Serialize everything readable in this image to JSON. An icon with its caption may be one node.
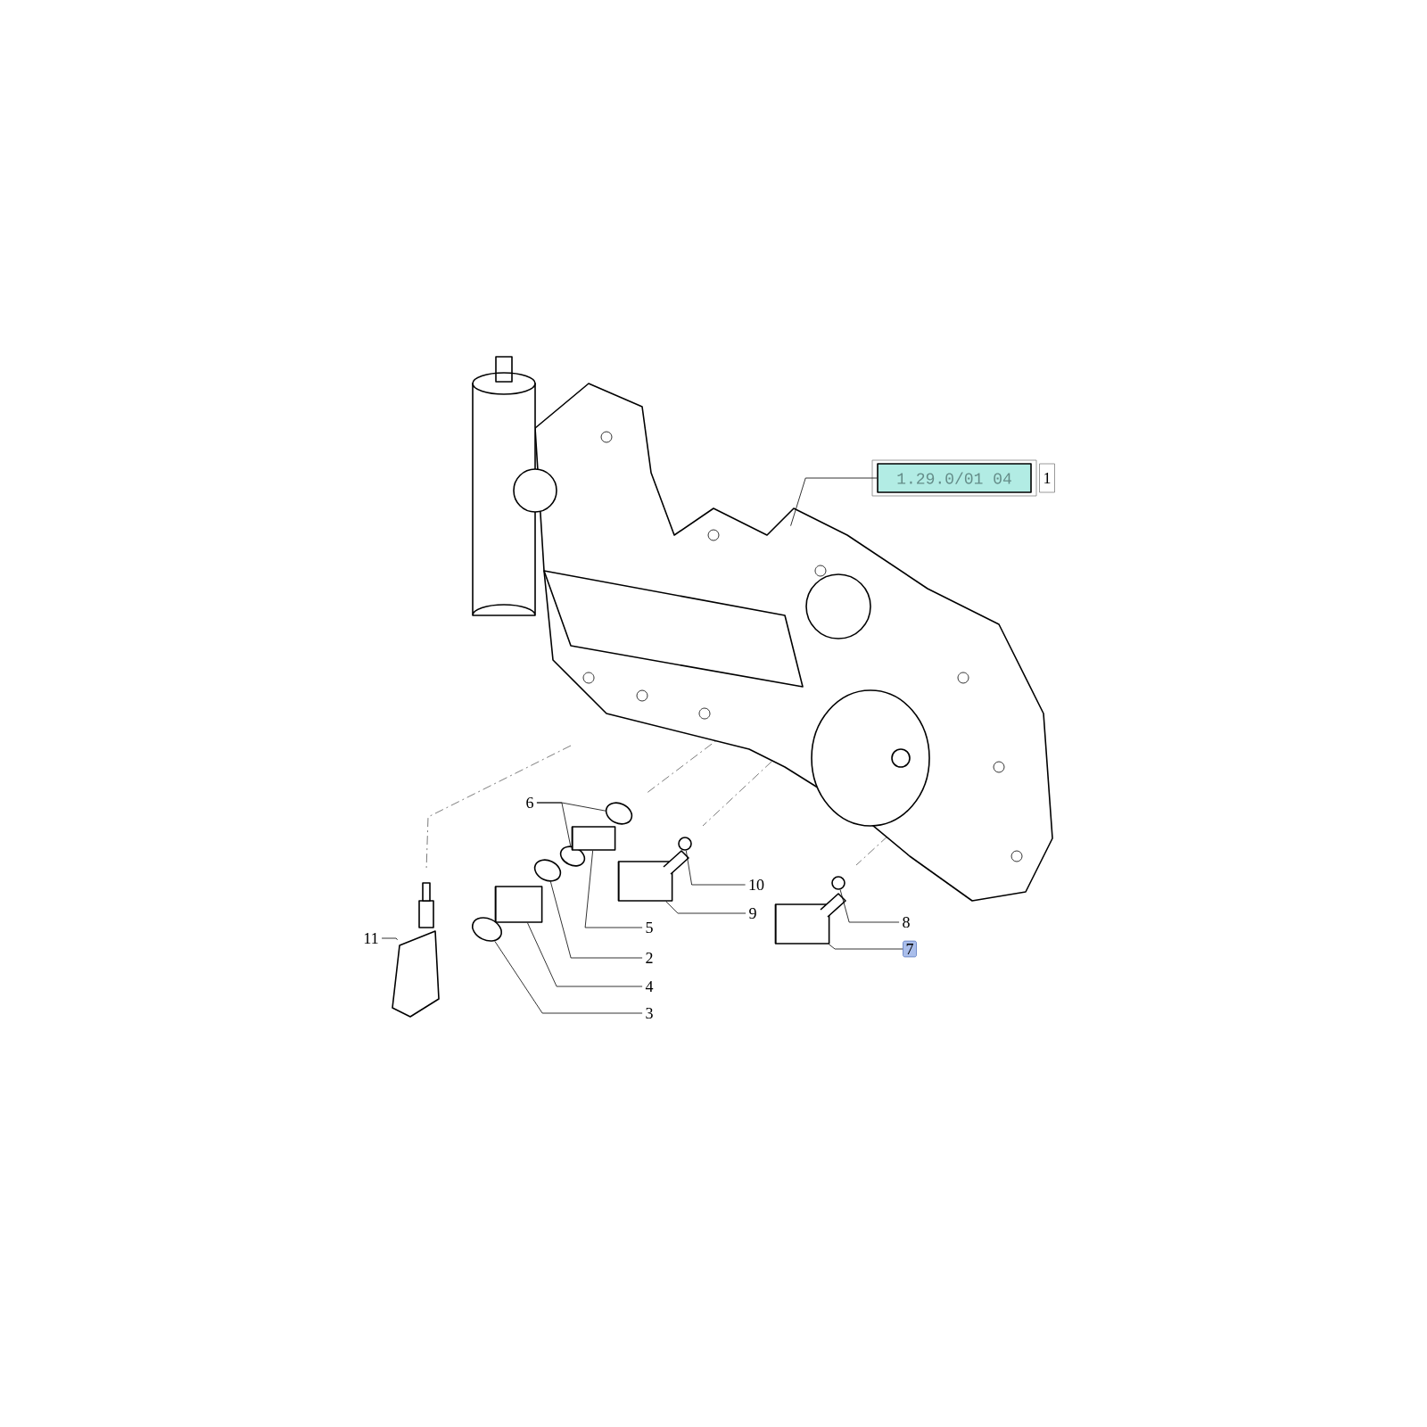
{
  "diagram": {
    "nodes": [
      {
        "text": [
          "1.29.0/01 04"
        ]
      },
      {
        "text": [
          "1"
        ]
      },
      {
        "text": [],
        "shape": "picture"
      },
      {
        "text": [
          "6"
        ]
      },
      {
        "text": [],
        "shape": "circle"
      },
      {
        "text": [],
        "shape": "circle"
      },
      {
        "text": [
          "5"
        ]
      },
      {
        "text": [],
        "shape": "cylinder"
      },
      {
        "text": [
          "2"
        ]
      },
      {
        "text": [],
        "shape": "circle"
      },
      {
        "text": [
          "4"
        ]
      },
      {
        "text": [],
        "shape": "cylinder"
      },
      {
        "text": [
          "3"
        ]
      },
      {
        "text": [],
        "shape": "circle"
      },
      {
        "text": [
          "10"
        ]
      },
      {
        "text": [],
        "shape": "circle"
      },
      {
        "text": [
          "9"
        ]
      },
      {
        "text": [],
        "shape": "cylinder"
      },
      {
        "text": [
          "8"
        ]
      },
      {
        "text": [],
        "shape": "circle"
      },
      {
        "text": [
          "7"
        ]
      },
      {
        "text": [],
        "shape": "cylinder"
      },
      {
        "text": [
          "11"
        ]
      },
      {
        "text": [],
        "shape": "picture"
      }
    ],
    "edges": [
      {
        "from": 0,
        "to": 2,
        "arrow": "none"
      },
      {
        "from": 3,
        "to": 4,
        "arrow": "none"
      },
      {
        "from": 3,
        "to": 5,
        "arrow": "none"
      },
      {
        "from": 6,
        "to": 7,
        "arrow": "none"
      },
      {
        "from": 8,
        "to": 9,
        "arrow": "none"
      },
      {
        "from": 10,
        "to": 11,
        "arrow": "none"
      },
      {
        "from": 12,
        "to": 13,
        "arrow": "none"
      },
      {
        "from": 14,
        "to": 15,
        "arrow": "none"
      },
      {
        "from": 16,
        "to": 17,
        "arrow": "none"
      },
      {
        "from": 18,
        "to": 19,
        "arrow": "none"
      },
      {
        "from": 20,
        "to": 21,
        "arrow": "none"
      },
      {
        "from": 22,
        "to": 23,
        "arrow": "none"
      }
    ]
  }
}
